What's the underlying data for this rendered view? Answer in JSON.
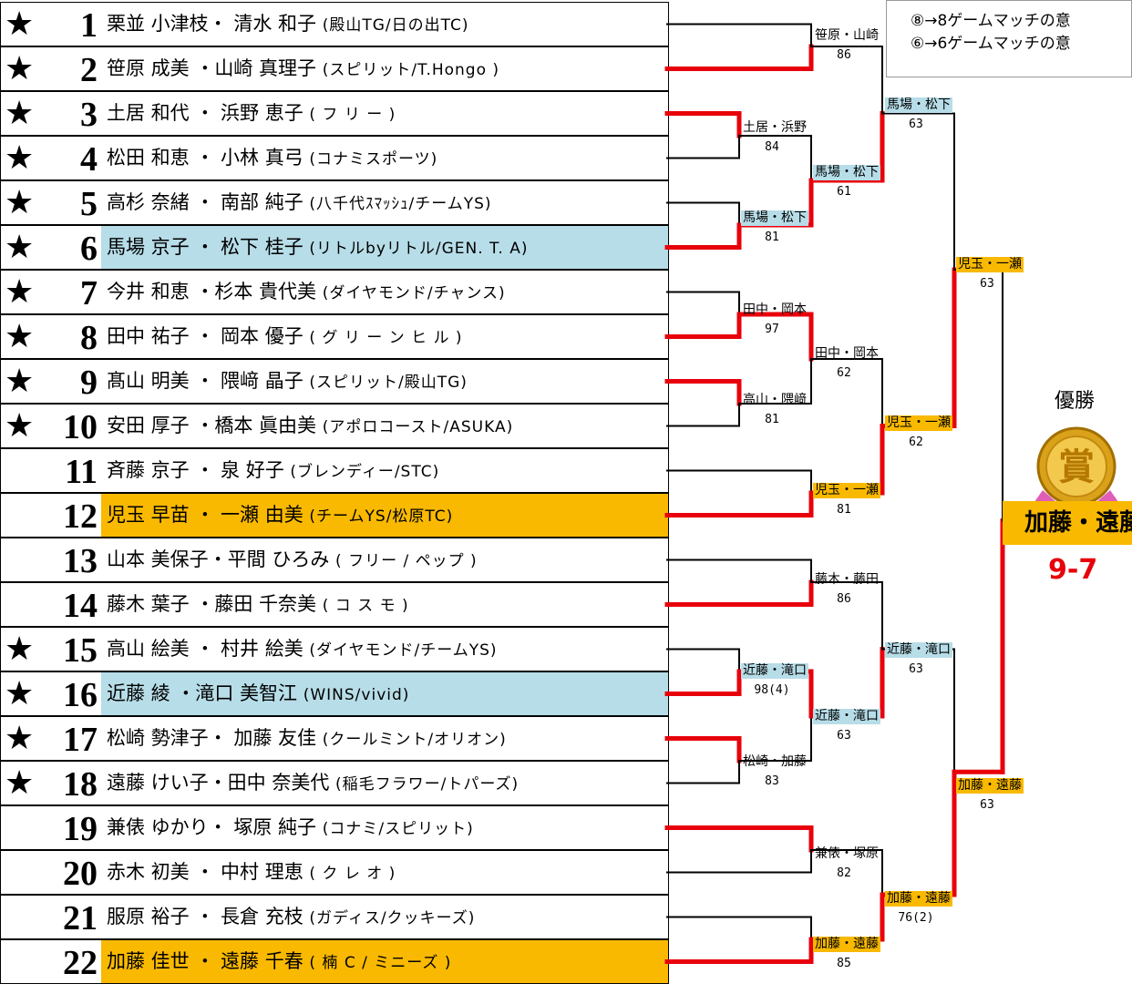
{
  "legend": {
    "line1": "⑧→8ゲームマッチの意",
    "line2": "⑥→6ゲームマッチの意"
  },
  "colors": {
    "winner_line": "#e8000b",
    "highlight_blue": "#b7dde8",
    "highlight_orange": "#f9b900"
  },
  "entries": [
    {
      "star": "★",
      "num": "1",
      "names": "栗並 小津枝・ 清水 和子",
      "club": "(殿山TG/日の出TC)"
    },
    {
      "star": "★",
      "num": "2",
      "names": "笹原 成美 ・山崎 真理子",
      "club": "(スピリット/T.Hongo )"
    },
    {
      "star": "★",
      "num": "3",
      "names": "土居 和代 ・ 浜野 恵子",
      "club": "(  フ  リ  ー  )"
    },
    {
      "star": "★",
      "num": "4",
      "names": "松田 和恵 ・ 小林 真弓",
      "club": "(コナミスポーツ)"
    },
    {
      "star": "★",
      "num": "5",
      "names": "高杉 奈緒 ・ 南部 純子",
      "club": "(八千代ｽﾏｯｼｭ/チームYS)"
    },
    {
      "star": "★",
      "num": "6",
      "names": "馬場 京子 ・ 松下 桂子",
      "club": "(リトルbyリトル/GEN. T. A)"
    },
    {
      "star": "★",
      "num": "7",
      "names": "今井 和恵 ・杉本 貴代美",
      "club": "(ダイヤモンド/チャンス)"
    },
    {
      "star": "★",
      "num": "8",
      "names": "田中 祐子 ・ 岡本 優子",
      "club": "( グ リ ー ン ヒ ル )"
    },
    {
      "star": "★",
      "num": "9",
      "names": "髙山 明美 ・ 隈﨑 晶子",
      "club": "(スピリット/殿山TG)"
    },
    {
      "star": "★",
      "num": "10",
      "names": "安田 厚子 ・橋本 眞由美",
      "club": "(アポロコースト/ASUKA)"
    },
    {
      "star": "",
      "num": "11",
      "names": "斉藤 京子 ・  泉 好子",
      "club": "(ブレンディー/STC)"
    },
    {
      "star": "",
      "num": "12",
      "names": "児玉 早苗 ・ 一瀬 由美",
      "club": "(チームYS/松原TC)"
    },
    {
      "star": "",
      "num": "13",
      "names": "山本 美保子・平間 ひろみ",
      "club": "( フリー / ペップ )"
    },
    {
      "star": "",
      "num": "14",
      "names": "藤木 葉子 ・藤田 千奈美",
      "club": "(  コ  ス  モ  )"
    },
    {
      "star": "★",
      "num": "15",
      "names": "高山 絵美 ・ 村井 絵美",
      "club": "(ダイヤモンド/チームYS)"
    },
    {
      "star": "★",
      "num": "16",
      "names": "近藤  綾 ・滝口 美智江",
      "club": "(WINS/vivid)"
    },
    {
      "star": "★",
      "num": "17",
      "names": "松崎 勢津子・ 加藤 友佳",
      "club": "(クールミント/オリオン)"
    },
    {
      "star": "★",
      "num": "18",
      "names": "遠藤 けい子・田中 奈美代",
      "club": "(稲毛フラワー/トパーズ)"
    },
    {
      "star": "",
      "num": "19",
      "names": "兼俵 ゆかり・ 塚原 純子",
      "club": "(コナミ/スピリット)"
    },
    {
      "star": "",
      "num": "20",
      "names": "赤木 初美 ・ 中村 理恵",
      "club": "(  ク  レ  オ  )"
    },
    {
      "star": "",
      "num": "21",
      "names": "服原 裕子 ・ 長倉 充枝",
      "club": "(ガディス/クッキーズ)"
    },
    {
      "star": "",
      "num": "22",
      "names": "加藤 佳世 ・ 遠藤 千春",
      "club": "( 楠 C / ミニーズ )"
    }
  ],
  "results": {
    "r1_1": {
      "label": "笹原・山崎",
      "score": "86"
    },
    "r1_2": {
      "label": "土居・浜野",
      "score": "84"
    },
    "r1_3": {
      "label": "馬場・松下",
      "score": "81"
    },
    "r1_4": {
      "label": "田中・岡本",
      "score": "97"
    },
    "r1_5": {
      "label": "高山・隈﨑",
      "score": "81"
    },
    "r1_6": {
      "label": "児玉・一瀬",
      "score": "81"
    },
    "r1_7": {
      "label": "藤木・藤田",
      "score": "86"
    },
    "r1_8": {
      "label": "近藤・滝口",
      "score": "98(4)"
    },
    "r1_9": {
      "label": "松崎・加藤",
      "score": "83"
    },
    "r1_10": {
      "label": "兼俵・塚原",
      "score": "82"
    },
    "r1_11": {
      "label": "加藤・遠藤",
      "score": "85"
    },
    "r2_1": {
      "label": "馬場・松下",
      "score": "61"
    },
    "r2_2": {
      "label": "田中・岡本",
      "score": "62"
    },
    "r2_3": {
      "label": "近藤・滝口",
      "score": "63"
    },
    "r3_1": {
      "label": "馬場・松下",
      "score": "63"
    },
    "r3_2": {
      "label": "児玉・一瀬",
      "score": "62"
    },
    "r3_3": {
      "label": "近藤・滝口",
      "score": "63"
    },
    "r3_4": {
      "label": "加藤・遠藤",
      "score": "76(2)"
    },
    "sf_1": {
      "label": "児玉・一瀬",
      "score": "63"
    },
    "sf_2": {
      "label": "加藤・遠藤",
      "score": "63"
    }
  },
  "champion": {
    "title": "優勝",
    "medal_text": "賞",
    "name": "加藤・遠藤",
    "score": "9-7"
  }
}
